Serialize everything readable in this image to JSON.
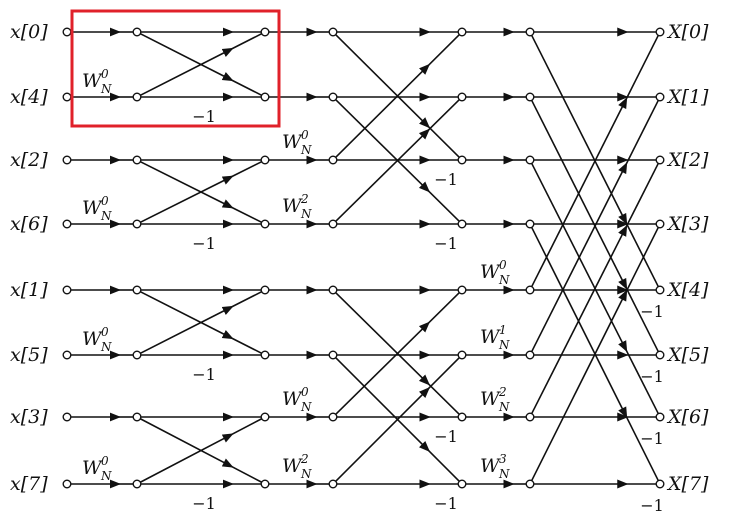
{
  "figure": {
    "inputs": [
      "x[0]",
      "x[4]",
      "x[2]",
      "x[6]",
      "x[1]",
      "x[5]",
      "x[3]",
      "x[7]"
    ],
    "outputs": [
      "X[0]",
      "X[1]",
      "X[2]",
      "X[3]",
      "X[4]",
      "X[5]",
      "X[6]",
      "X[7]"
    ],
    "twiddle_base": "W",
    "twiddle_sub": "N",
    "minus_one": "−1",
    "stage1": {
      "twiddles": [
        {
          "exp": "0"
        },
        {
          "exp": "0"
        },
        {
          "exp": "0"
        },
        {
          "exp": "0"
        }
      ]
    },
    "stage2": {
      "twiddles": [
        {
          "exp": "0"
        },
        {
          "exp": "2"
        },
        {
          "exp": "0"
        },
        {
          "exp": "2"
        }
      ]
    },
    "stage3": {
      "twiddles": [
        {
          "exp": "0"
        },
        {
          "exp": "1"
        },
        {
          "exp": "2"
        },
        {
          "exp": "3"
        }
      ]
    },
    "highlight_color": "#e0212a"
  }
}
